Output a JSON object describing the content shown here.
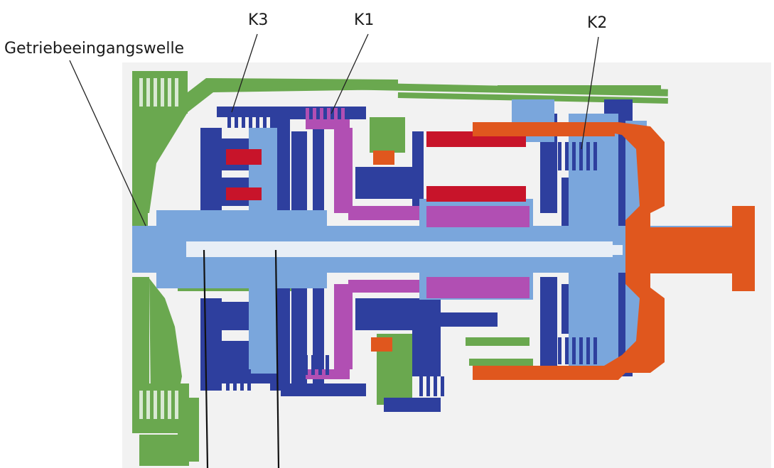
{
  "labels": {
    "input_shaft": "Getriebeeingangswelle",
    "clutch_k3": "K3",
    "clutch_k1": "K1",
    "clutch_k2": "K2"
  },
  "colors": {
    "background": "#f2f2f2",
    "green_group": "#6aa84f",
    "dark_blue_group": "#2e3f9e",
    "light_blue_shaft": "#7aa6dc",
    "purple_group": "#b14fb3",
    "red_group": "#c8142a",
    "orange_group": "#e0571e",
    "leader_line": "#222222"
  }
}
